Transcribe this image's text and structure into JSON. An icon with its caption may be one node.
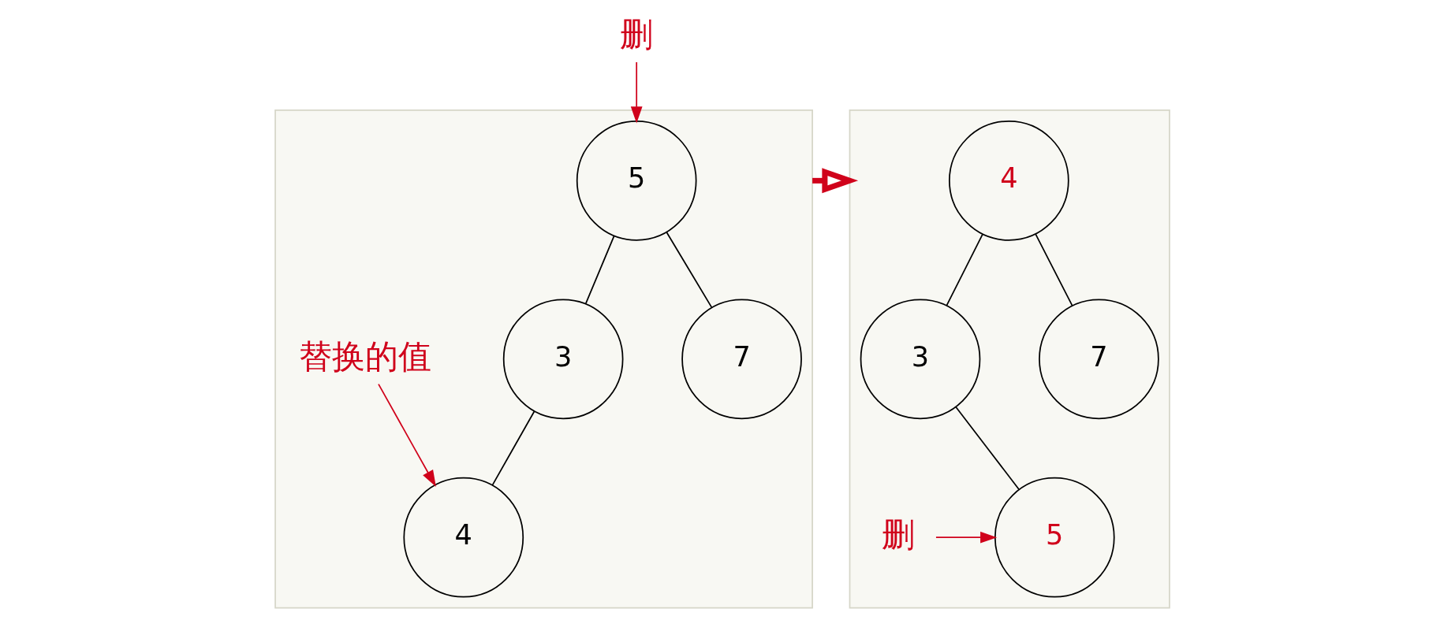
{
  "diagram": {
    "nodes": [
      {
        "text": [
          "删"
        ]
      },
      {
        "text": [],
        "shape": "box"
      },
      {
        "text": [
          "5"
        ],
        "in": 1
      },
      {
        "text": [
          "3"
        ],
        "in": 1
      },
      {
        "text": [
          "7"
        ],
        "in": 1
      },
      {
        "text": [
          "替换的值"
        ],
        "in": 1
      },
      {
        "text": [
          "4"
        ],
        "in": 1
      },
      {
        "text": [],
        "shape": "box"
      },
      {
        "text": [
          "4"
        ],
        "in": 7
      },
      {
        "text": [
          "3"
        ],
        "in": 7
      },
      {
        "text": [
          "7"
        ],
        "in": 7
      },
      {
        "text": [
          "5"
        ],
        "in": 7
      },
      {
        "text": [
          "删"
        ],
        "in": 7
      }
    ],
    "edges": [
      {
        "from": 0,
        "to": 2,
        "arrow": "to",
        "color": "#d0021b"
      },
      {
        "from": 2,
        "to": 3,
        "arrow": "none"
      },
      {
        "from": 2,
        "to": 4,
        "arrow": "none"
      },
      {
        "from": 3,
        "to": 6,
        "arrow": "none"
      },
      {
        "from": 5,
        "to": 6,
        "arrow": "to",
        "color": "#d0021b"
      },
      {
        "from": 1,
        "to": 7,
        "arrow": "to",
        "style": "thick",
        "color": "#d0021b"
      },
      {
        "from": 8,
        "to": 9,
        "arrow": "none"
      },
      {
        "from": 8,
        "to": 10,
        "arrow": "none"
      },
      {
        "from": 9,
        "to": 11,
        "arrow": "none"
      },
      {
        "from": 12,
        "to": 11,
        "arrow": "to",
        "color": "#d0021b"
      }
    ]
  }
}
